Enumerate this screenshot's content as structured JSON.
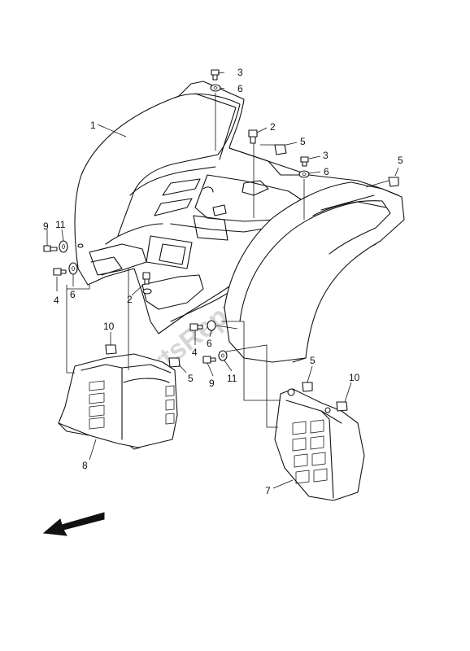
{
  "diagram": {
    "callouts": [
      {
        "id": "c1",
        "label": "1"
      },
      {
        "id": "c2a",
        "label": "2"
      },
      {
        "id": "c2b",
        "label": "2"
      },
      {
        "id": "c3a",
        "label": "3"
      },
      {
        "id": "c3b",
        "label": "3"
      },
      {
        "id": "c4a",
        "label": "4"
      },
      {
        "id": "c4b",
        "label": "4"
      },
      {
        "id": "c5a",
        "label": "5"
      },
      {
        "id": "c5b",
        "label": "5"
      },
      {
        "id": "c5c",
        "label": "5"
      },
      {
        "id": "c5d",
        "label": "5"
      },
      {
        "id": "c6a",
        "label": "6"
      },
      {
        "id": "c6b",
        "label": "6"
      },
      {
        "id": "c6c",
        "label": "6"
      },
      {
        "id": "c6d",
        "label": "6"
      },
      {
        "id": "c7",
        "label": "7"
      },
      {
        "id": "c8",
        "label": "8"
      },
      {
        "id": "c9a",
        "label": "9"
      },
      {
        "id": "c9b",
        "label": "9"
      },
      {
        "id": "c10a",
        "label": "10"
      },
      {
        "id": "c10b",
        "label": "10"
      },
      {
        "id": "c11a",
        "label": "11"
      },
      {
        "id": "c11b",
        "label": "11"
      }
    ],
    "watermark": "PartsRepublik",
    "direction_arrow": "front-arrow"
  }
}
